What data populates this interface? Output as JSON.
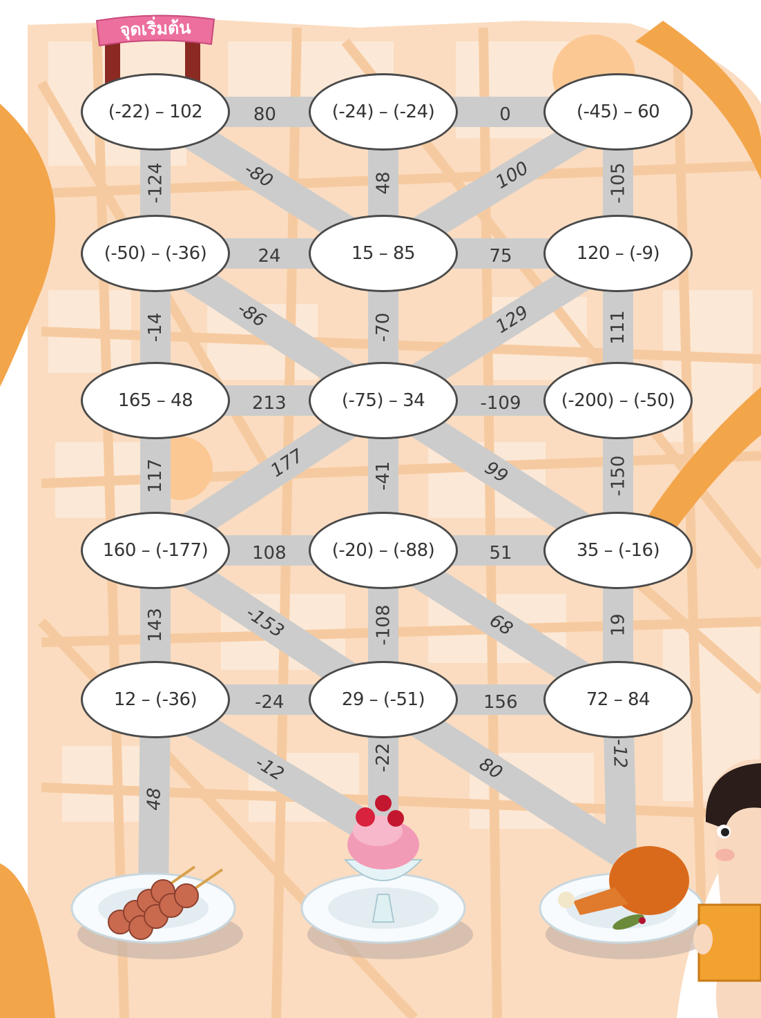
{
  "start_label": "จุดเริ่มต้น",
  "nodes": [
    {
      "id": "r0c0",
      "expr": "(-22) – 102"
    },
    {
      "id": "r0c1",
      "expr": "(-24) – (-24)"
    },
    {
      "id": "r0c2",
      "expr": "(-45) – 60"
    },
    {
      "id": "r1c0",
      "expr": "(-50) – (-36)"
    },
    {
      "id": "r1c1",
      "expr": "15 – 85"
    },
    {
      "id": "r1c2",
      "expr": "120 – (-9)"
    },
    {
      "id": "r2c0",
      "expr": "165 – 48"
    },
    {
      "id": "r2c1",
      "expr": "(-75) – 34"
    },
    {
      "id": "r2c2",
      "expr": "(-200) – (-50)"
    },
    {
      "id": "r3c0",
      "expr": "160 – (-177)"
    },
    {
      "id": "r3c1",
      "expr": "(-20) – (-88)"
    },
    {
      "id": "r3c2",
      "expr": "35 – (-16)"
    },
    {
      "id": "r4c0",
      "expr": "12 – (-36)"
    },
    {
      "id": "r4c1",
      "expr": "29 – (-51)"
    },
    {
      "id": "r4c2",
      "expr": "72 – 84"
    }
  ],
  "edges": [
    {
      "from": "r0c0",
      "to": "r0c1",
      "label": "80"
    },
    {
      "from": "r0c1",
      "to": "r0c2",
      "label": "0"
    },
    {
      "from": "r0c0",
      "to": "r1c0",
      "label": "-124"
    },
    {
      "from": "r0c1",
      "to": "r1c1",
      "label": "48"
    },
    {
      "from": "r0c2",
      "to": "r1c2",
      "label": "-105"
    },
    {
      "from": "r0c0",
      "to": "r1c1",
      "label": "-80"
    },
    {
      "from": "r0c2",
      "to": "r1c1",
      "label": "100"
    },
    {
      "from": "r1c0",
      "to": "r1c1",
      "label": "24"
    },
    {
      "from": "r1c1",
      "to": "r1c2",
      "label": "75"
    },
    {
      "from": "r1c0",
      "to": "r2c0",
      "label": "-14"
    },
    {
      "from": "r1c1",
      "to": "r2c1",
      "label": "-70"
    },
    {
      "from": "r1c2",
      "to": "r2c2",
      "label": "111"
    },
    {
      "from": "r1c0",
      "to": "r2c1",
      "label": "-86"
    },
    {
      "from": "r1c2",
      "to": "r2c1",
      "label": "129"
    },
    {
      "from": "r2c0",
      "to": "r2c1",
      "label": "213"
    },
    {
      "from": "r2c1",
      "to": "r2c2",
      "label": "-109"
    },
    {
      "from": "r2c0",
      "to": "r3c0",
      "label": "117"
    },
    {
      "from": "r2c1",
      "to": "r3c1",
      "label": "-41"
    },
    {
      "from": "r2c2",
      "to": "r3c2",
      "label": "-150"
    },
    {
      "from": "r2c1",
      "to": "r3c0",
      "label": "177"
    },
    {
      "from": "r2c1",
      "to": "r3c2",
      "label": "99"
    },
    {
      "from": "r3c0",
      "to": "r3c1",
      "label": "108"
    },
    {
      "from": "r3c1",
      "to": "r3c2",
      "label": "51"
    },
    {
      "from": "r3c0",
      "to": "r4c0",
      "label": "143"
    },
    {
      "from": "r3c1",
      "to": "r4c1",
      "label": "-108"
    },
    {
      "from": "r3c2",
      "to": "r4c2",
      "label": "19"
    },
    {
      "from": "r3c0",
      "to": "r4c1",
      "label": "-153"
    },
    {
      "from": "r3c1",
      "to": "r4c2",
      "label": "68"
    },
    {
      "from": "r4c0",
      "to": "r4c1",
      "label": "-24"
    },
    {
      "from": "r4c1",
      "to": "r4c2",
      "label": "156"
    },
    {
      "from": "r4c0",
      "to": "plate-meatballs",
      "label": "48"
    },
    {
      "from": "r4c1",
      "to": "plate-dessert",
      "label": "-22"
    },
    {
      "from": "r4c2",
      "to": "plate-chicken",
      "label": "-12"
    },
    {
      "from": "r4c0",
      "to": "plate-dessert",
      "label": "-12"
    },
    {
      "from": "r4c1",
      "to": "plate-chicken",
      "label": "80"
    }
  ],
  "destinations": [
    {
      "id": "plate-meatballs",
      "food": "meatball-skewers"
    },
    {
      "id": "plate-dessert",
      "food": "strawberry-sundae"
    },
    {
      "id": "plate-chicken",
      "food": "roast-chicken-leg"
    }
  ],
  "colors": {
    "map_bg": "#fbdcc0",
    "road": "#cccccc",
    "orange": "#f3a54a",
    "sign": "#ec6f9e"
  }
}
